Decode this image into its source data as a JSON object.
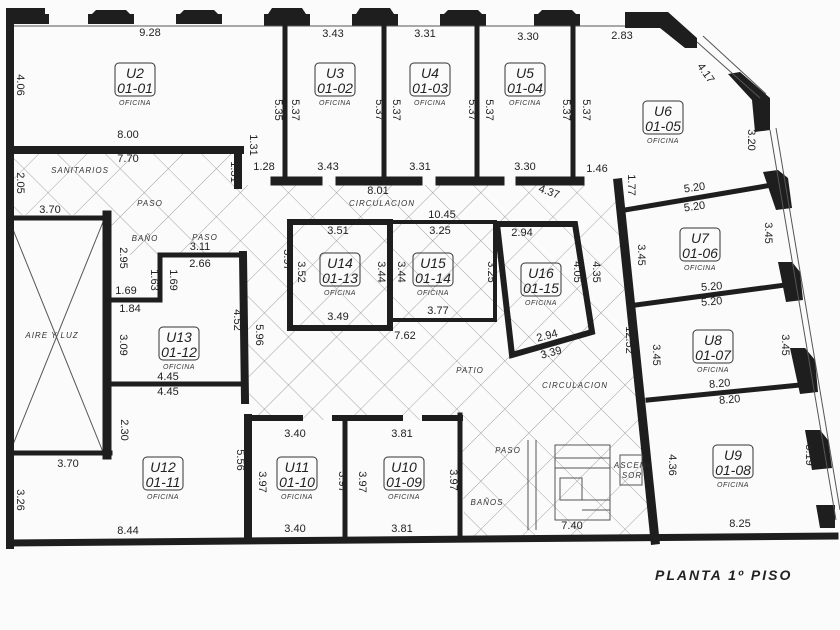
{
  "title": "PLANTA 1º PISO",
  "units": [
    {
      "id": "U2",
      "code": "01-01",
      "use": "OFICINA"
    },
    {
      "id": "U3",
      "code": "01-02",
      "use": "OFICINA"
    },
    {
      "id": "U4",
      "code": "01-03",
      "use": "OFICINA"
    },
    {
      "id": "U5",
      "code": "01-04",
      "use": "OFICINA"
    },
    {
      "id": "U6",
      "code": "01-05",
      "use": "OFICINA"
    },
    {
      "id": "U7",
      "code": "01-06",
      "use": "OFICINA"
    },
    {
      "id": "U8",
      "code": "01-07",
      "use": "OFICINA"
    },
    {
      "id": "U9",
      "code": "01-08",
      "use": "OFICINA"
    },
    {
      "id": "U14",
      "code": "01-13",
      "use": "OFICINA"
    },
    {
      "id": "U15",
      "code": "01-14",
      "use": "OFICINA"
    },
    {
      "id": "U16",
      "code": "01-15",
      "use": "OFICINA"
    },
    {
      "id": "U13",
      "code": "01-12",
      "use": "OFICINA"
    },
    {
      "id": "U12",
      "code": "01-11",
      "use": "OFICINA"
    },
    {
      "id": "U11",
      "code": "01-10",
      "use": "OFICINA"
    },
    {
      "id": "U10",
      "code": "01-09",
      "use": "OFICINA"
    }
  ],
  "areas": [
    "SANITARIOS",
    "PASO",
    "PASO",
    "BAÑO",
    "CIRCULACION",
    "PATIO",
    "CIRCULACION",
    "AIRE Y LUZ",
    "PASO",
    "BAÑOS",
    "ASCEN-",
    "SOR"
  ],
  "dimensions": [
    "9.28",
    "4.06",
    "8.00",
    "7.70",
    "2.05",
    "3.70",
    "1.31",
    "1.31",
    "1.28",
    "5.35",
    "5.37",
    "3.43",
    "3.43",
    "5.37",
    "5.37",
    "3.31",
    "3.31",
    "5.37",
    "5.37",
    "3.30",
    "3.30",
    "5.37",
    "5.37",
    "2.83",
    "4.17",
    "3.20",
    "1.46",
    "1.77",
    "5.20",
    "5.20",
    "8.01",
    "4.37",
    "10.45",
    "3.51",
    "3.52",
    "3.44",
    "3.44",
    "3.25",
    "3.25",
    "2.94",
    "4.05",
    "4.35",
    "3.49",
    "3.77",
    "7.62",
    "2.94",
    "3.39",
    "12.52",
    "3.45",
    "3.45",
    "5.20",
    "5.20",
    "3.45",
    "3.45",
    "8.20",
    "8.20",
    "2.95",
    "3.11",
    "2.66",
    "1.69",
    "1.63",
    "1.69",
    "1.84",
    "4.52",
    "5.96",
    "3.97",
    "3.09",
    "4.45",
    "4.45",
    "2.30",
    "3.70",
    "3.26",
    "8.44",
    "5.56",
    "3.97",
    "3.40",
    "3.40",
    "3.97",
    "3.97",
    "3.81",
    "3.81",
    "3.97",
    "7.40",
    "4.36",
    "5.19",
    "8.25"
  ]
}
